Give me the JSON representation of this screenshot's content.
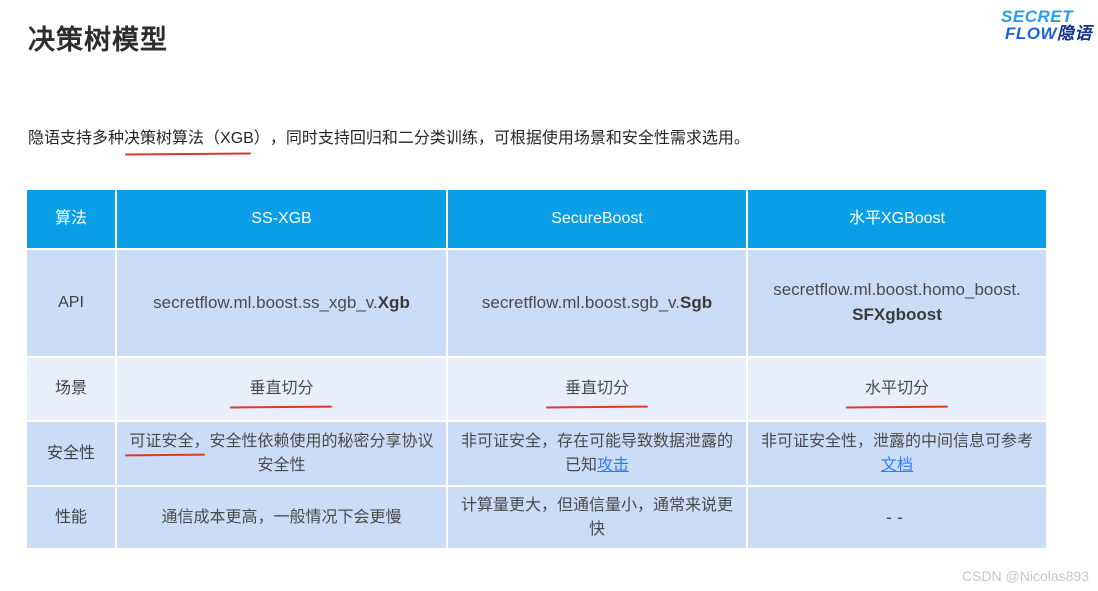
{
  "page": {
    "title": "决策树模型",
    "logo": {
      "line1": "SECRET",
      "line2_flow": "FLOW",
      "line2_cn": "隐语"
    },
    "intro": {
      "before_underline": "隐语支持多种",
      "underlined": "决策树算法（XGB）",
      "after_underline": "，同时支持回归和二分类训练，可根据使用场景和安全性需求选用。"
    },
    "watermark": "CSDN @Nicolas893"
  },
  "table": {
    "header": {
      "algorithm": "算法",
      "ss_xgb": "SS-XGB",
      "secureboost": "SecureBoost",
      "homo_xgboost": "水平XGBoost"
    },
    "rows": {
      "api": {
        "label": "API",
        "ss_xgb": {
          "prefix": "secretflow.ml.boost.ss_xgb_v.",
          "class_name": "Xgb"
        },
        "secureboost": {
          "prefix": "secretflow.ml.boost.sgb_v.",
          "class_name": "Sgb"
        },
        "homo_xgboost": {
          "prefix": "secretflow.ml.boost.homo_boost.",
          "class_name": "SFXgboost"
        }
      },
      "scene": {
        "label": "场景",
        "ss_xgb": "垂直切分",
        "secureboost": "垂直切分",
        "homo_xgboost": "水平切分"
      },
      "security": {
        "label": "安全性",
        "ss_xgb": {
          "underlined": "可证安全，",
          "rest": "安全性依赖使用的秘密分享协议安全性"
        },
        "secureboost": {
          "text": "非可证安全，存在可能导致数据泄露的已知",
          "link": "攻击"
        },
        "homo_xgboost": {
          "text": "非可证安全性，泄露的中间信息可参考",
          "link": "文档"
        }
      },
      "performance": {
        "label": "性能",
        "ss_xgb": "通信成本更高，一般情况下会更慢",
        "secureboost": "计算量更大，但通信量小，通常来说更快",
        "homo_xgboost": "--"
      }
    }
  },
  "colors": {
    "table_header_bg": "#0b9fe8",
    "row_bg_medium": "#cbdcf7",
    "row_bg_light": "#e8eefb",
    "link_blue": "#2f7df0",
    "annotation_red": "#d9392e",
    "logo_cyan": "#2a9de8",
    "logo_blue": "#1f63d6",
    "logo_navy": "#16348c"
  }
}
